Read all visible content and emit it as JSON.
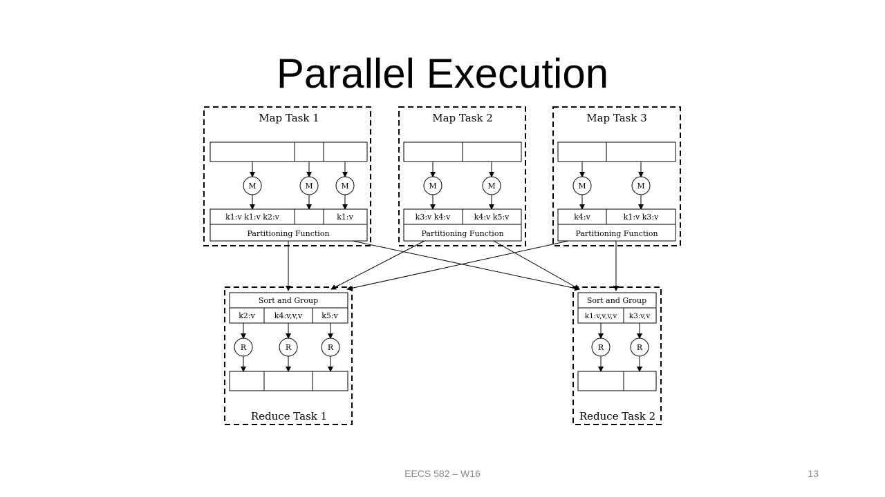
{
  "slide": {
    "title": "Parallel Execution",
    "footer": "EECS 582 – W16",
    "page_number": "13"
  },
  "diagram": {
    "map_tasks": [
      {
        "title": "Map Task 1",
        "mapper_label": "M",
        "outputs": [
          "k1:v k1:v k2:v",
          "",
          "k1:v"
        ],
        "partition_label": "Partitioning Function"
      },
      {
        "title": "Map Task 2",
        "mapper_label": "M",
        "outputs": [
          "k3:v k4:v",
          "k4:v k5:v"
        ],
        "partition_label": "Partitioning Function"
      },
      {
        "title": "Map Task 3",
        "mapper_label": "M",
        "outputs": [
          "k4:v",
          "k1:v k3:v"
        ],
        "partition_label": "Partitioning Function"
      }
    ],
    "reduce_tasks": [
      {
        "title": "Reduce Task 1",
        "header": "Sort and Group",
        "groups": [
          "k2:v",
          "k4:v,v,v",
          "k5:v"
        ],
        "reducer_label": "R"
      },
      {
        "title": "Reduce Task 2",
        "header": "Sort and Group",
        "groups": [
          "k1:v,v,v,v",
          "k3:v,v"
        ],
        "reducer_label": "R"
      }
    ]
  }
}
